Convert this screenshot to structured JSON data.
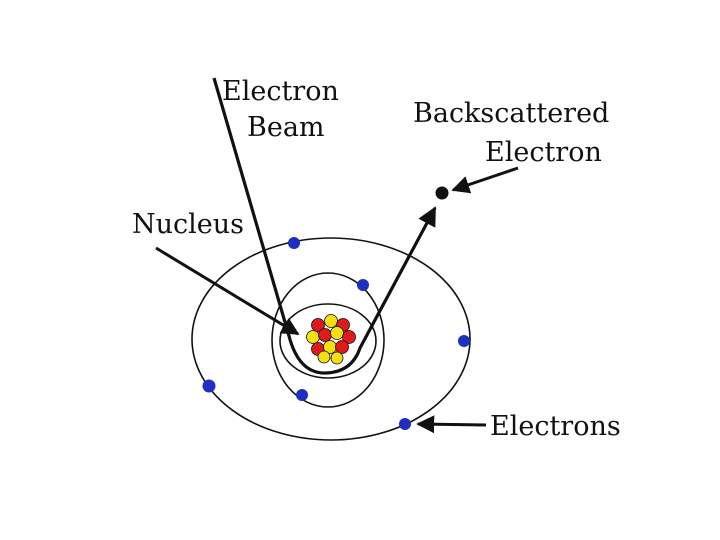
{
  "labels": {
    "electron_beam_line1": "Electron",
    "electron_beam_line2": "Beam",
    "backscattered_line1": "Backscattered",
    "backscattered_line2": "Electron",
    "nucleus": "Nucleus",
    "electrons": "Electrons"
  },
  "colors": {
    "line": "#111111",
    "electron": "#1f2fbf",
    "proton": "#e01a1a",
    "neutron": "#f4e010",
    "background": "#ffffff"
  }
}
